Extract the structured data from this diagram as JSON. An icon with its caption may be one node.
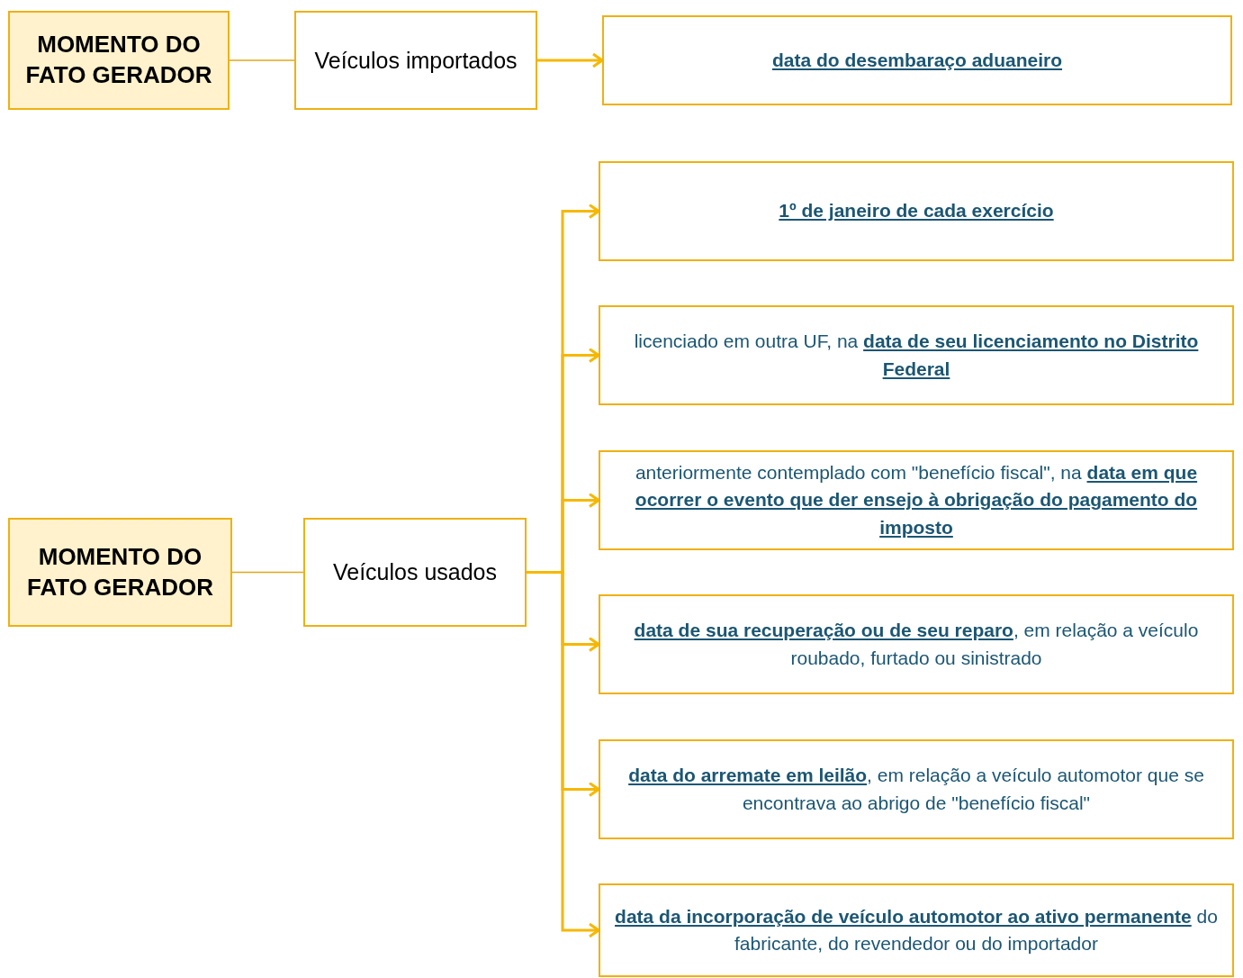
{
  "diagram": {
    "nodes": [
      {
        "text": [
          "MOMENTO DO FATO GERADOR"
        ]
      },
      {
        "text": [
          "Veículos importados"
        ]
      },
      {
        "text": [
          "data do desembaraço aduaneiro"
        ]
      },
      {
        "text": [
          "MOMENTO DO FATO GERADOR"
        ]
      },
      {
        "text": [
          "Veículos usados"
        ]
      },
      {
        "text": [
          "1º de janeiro de cada exercício"
        ]
      },
      {
        "text": [
          "licenciado em outra UF, na **data de seu licenciamento no Distrito Federal**"
        ]
      },
      {
        "text": [
          "anteriormente contemplado com \"benefício fiscal\", na **data em que ocorrer o evento que der ensejo à obrigação do pagamento do imposto**"
        ]
      },
      {
        "text": [
          "**data de sua recuperação ou de seu reparo**, em relação a veículo roubado, furtado ou sinistrado"
        ]
      },
      {
        "text": [
          "**data do arremate em leilão**, em relação a veículo automotor que se encontrava ao abrigo de \"benefício fiscal\""
        ]
      },
      {
        "text": [
          "**data da incorporação de veículo automotor ao ativo permanente** do fabricante, do revendedor ou do importador"
        ]
      }
    ],
    "edges": [
      {
        "from": 0,
        "to": 1,
        "arrow": "none"
      },
      {
        "from": 1,
        "to": 2,
        "arrow": "to"
      },
      {
        "from": 3,
        "to": 4,
        "arrow": "none"
      },
      {
        "from": 4,
        "to": 5,
        "arrow": "to"
      },
      {
        "from": 4,
        "to": 6,
        "arrow": "to"
      },
      {
        "from": 4,
        "to": 7,
        "arrow": "to"
      },
      {
        "from": 4,
        "to": 8,
        "arrow": "to"
      },
      {
        "from": 4,
        "to": 9,
        "arrow": "to"
      },
      {
        "from": 4,
        "to": 10,
        "arrow": "to"
      }
    ]
  }
}
